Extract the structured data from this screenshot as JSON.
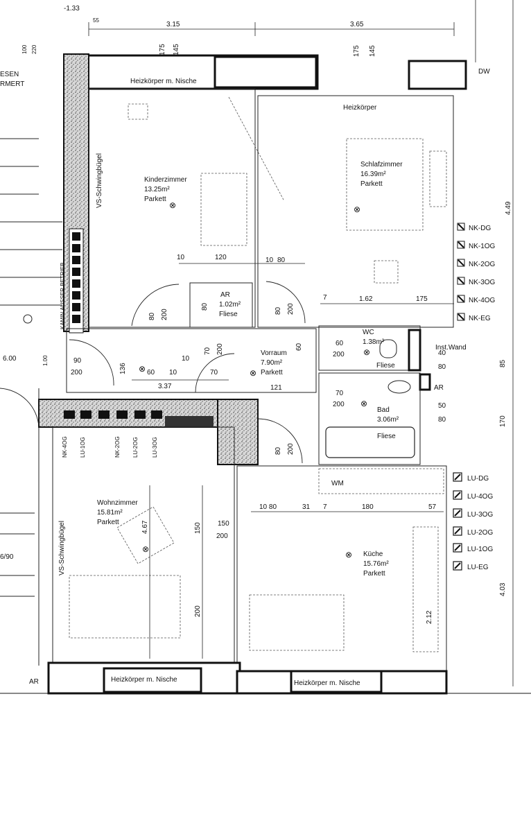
{
  "rooms": [
    {
      "id": "kinderzimmer",
      "name": "Kinderzimmer",
      "area": "13.25m²",
      "floor": "Parkett"
    },
    {
      "id": "schlafzimmer",
      "name": "Schlafzimmer",
      "area": "16.39m²",
      "floor": "Parkett"
    },
    {
      "id": "ar1",
      "name": "AR",
      "area": "1.02m²",
      "floor": "Fliese"
    },
    {
      "id": "vorraum",
      "name": "Vorraum",
      "area": "7.90m²",
      "floor": "Parkett"
    },
    {
      "id": "wc",
      "name": "WC",
      "area": "1.38m²",
      "floor": "Fliese"
    },
    {
      "id": "bad",
      "name": "Bad",
      "area": "3.06m²",
      "floor": "Fliese"
    },
    {
      "id": "wohnzimmer",
      "name": "Wohnzimmer",
      "area": "15.81m²",
      "floor": "Parkett"
    },
    {
      "id": "kueche",
      "name": "Küche",
      "area": "15.76m²",
      "floor": "Parkett"
    }
  ],
  "notes": {
    "heizkoerper_nische_top": "Heizkörper m. Nische",
    "heizkoerper_top": "Heizkörper",
    "heizkoerper_nische_bottom_left": "Heizkörper m. Nische",
    "heizkoerper_nische_bottom_right": "Heizkörper m. Nische",
    "schwingbuegel_top": "VS-Schwingbügel",
    "schwingbuegel_bottom": "VS-Schwingbügel",
    "kamin": "KAMIN AUSSER BETRIEB",
    "inst_wand": "Inst.Wand",
    "ar_right": "AR",
    "ar_bottom_left": "AR",
    "dw": "DW",
    "wm": "WM",
    "fliese_bath": "Fliese",
    "level_top": "-1.33",
    "left_partial_1": "ESEN",
    "left_partial_2": "RMERT"
  },
  "shafts_upper": [
    "NK-DG",
    "NK-1OG",
    "NK-2OG",
    "NK-3OG",
    "NK-4OG",
    "NK-EG"
  ],
  "shafts_lower": [
    "LU-DG",
    "LU-4OG",
    "LU-3OG",
    "LU-2OG",
    "LU-1OG",
    "LU-EG"
  ],
  "shafts_living": [
    "NK-4OG",
    "LU-1OG",
    "NK-2OG",
    "LU-2OG",
    "LU-3OG"
  ],
  "dims": {
    "top_1": "3.15",
    "top_2": "3.65",
    "top_55": "55",
    "top_175a": "175",
    "top_145a": "145",
    "top_175b": "175",
    "top_145b": "145",
    "left_100": "100",
    "left_220": "220",
    "right_449": "4.49",
    "right_85": "85",
    "right_170": "170",
    "right_403": "4.03",
    "d_120": "120",
    "d_10a": "10",
    "d_10b": "10",
    "d_80a": "80",
    "d_162": "1.62",
    "d_175": "175",
    "d_7": "7",
    "d_80_200a": "80",
    "d_200a": "200",
    "d_80_200b": "80",
    "d_200b": "200",
    "d_80_200c": "80",
    "d_200c": "200",
    "d_70_200a": "70",
    "d_200d": "200",
    "d_60": "60",
    "d_60_200": "60",
    "d_200e": "200",
    "d_90": "90",
    "d_200f": "200",
    "d_136": "136",
    "d_60b": "60",
    "d_10c": "10",
    "d_10d": "10",
    "d_70": "70",
    "d_337": "3.37",
    "d_121": "121",
    "d_70b": "70",
    "d_200g": "200",
    "d_40": "40",
    "d_80b": "80",
    "d_50": "50",
    "d_80c": "80",
    "d_80_200d": "80",
    "d_200h": "200",
    "d_1080": "10 80",
    "d_31": "31",
    "d_7b": "7",
    "d_180": "180",
    "d_57": "57",
    "d_150": "150",
    "d_150_200": "150",
    "d_200i": "200",
    "d_200j": "200",
    "d_467": "4.67",
    "d_212": "2.12",
    "d_600": "6.00",
    "d_100r": "1.00",
    "d_200k": "200",
    "d_690": "6/90"
  },
  "colors": {
    "ink": "#111111",
    "paper": "#ffffff"
  }
}
